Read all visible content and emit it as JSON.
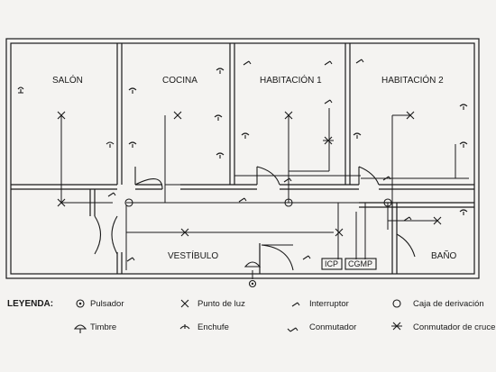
{
  "rooms": {
    "salon": "SALÓN",
    "cocina": "COCINA",
    "habitacion1": "HABITACIÓN 1",
    "habitacion2": "HABITACIÓN 2",
    "vestibulo": "VESTÍBULO",
    "bano": "BAÑO"
  },
  "panel": {
    "icp": "ICP",
    "cgmp": "CGMP"
  },
  "legend": {
    "title": "LEYENDA:",
    "items": {
      "pulsador": "Pulsador",
      "punto_luz": "Punto de luz",
      "interruptor": "Interruptor",
      "caja_derivacion": "Caja de derivación",
      "timbre": "Timbre",
      "enchufe": "Enchufe",
      "conmutador": "Conmutador",
      "conmutador_cruce": "Conmutador de cruce"
    }
  }
}
